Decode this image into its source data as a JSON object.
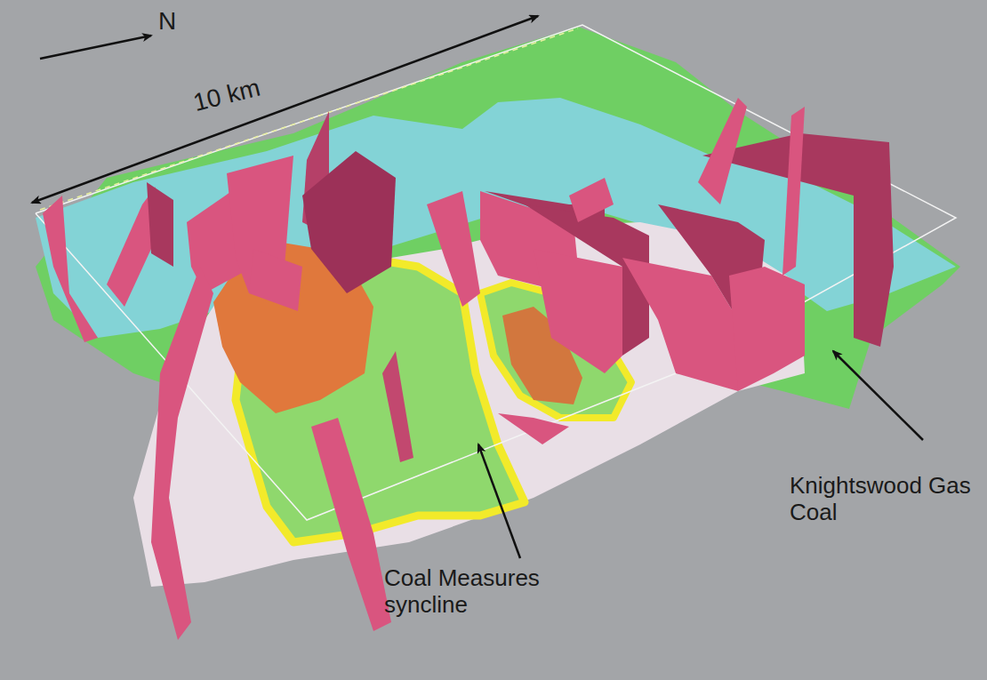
{
  "diagram": {
    "labels": [
      "N",
      "10 km",
      "Coal Measures syncline",
      "Knightswood Gas Coal"
    ]
  }
}
